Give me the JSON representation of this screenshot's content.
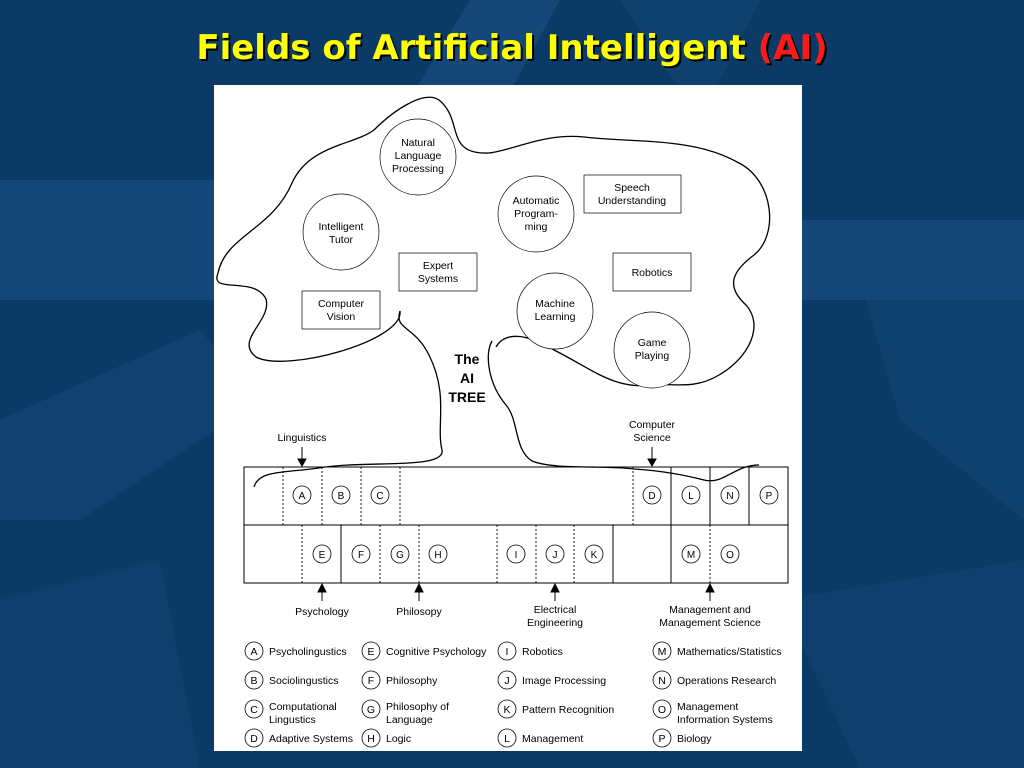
{
  "title": {
    "main": "Fields of Artificial Intelligent",
    "ai": "(AI)"
  },
  "tree": {
    "label": [
      "The",
      "AI",
      "TREE"
    ],
    "fields": [
      {
        "lines": [
          "Natural",
          "Language",
          "Processing"
        ]
      },
      {
        "lines": [
          "Automatic",
          "Program-",
          "ming"
        ]
      },
      {
        "lines": [
          "Speech",
          "Understanding"
        ]
      },
      {
        "lines": [
          "Intelligent",
          "Tutor"
        ]
      },
      {
        "lines": [
          "Expert",
          "Systems"
        ]
      },
      {
        "lines": [
          "Robotics"
        ]
      },
      {
        "lines": [
          "Computer",
          "Vision"
        ]
      },
      {
        "lines": [
          "Machine",
          "Learning"
        ]
      },
      {
        "lines": [
          "Game",
          "Playing"
        ]
      }
    ]
  },
  "roots": {
    "top_labels": [
      {
        "lines": [
          "Linguistics"
        ]
      },
      {
        "lines": [
          "Computer",
          "Science"
        ]
      }
    ],
    "bottom_labels": [
      {
        "lines": [
          "Psychology"
        ]
      },
      {
        "lines": [
          "Philosopy"
        ]
      },
      {
        "lines": [
          "Electrical",
          "Engineering"
        ]
      },
      {
        "lines": [
          "Management and",
          "Management Science"
        ]
      }
    ],
    "top_row": [
      "A",
      "B",
      "C",
      "D",
      "L",
      "N",
      "P"
    ],
    "bottom_row": [
      "E",
      "F",
      "G",
      "H",
      "I",
      "J",
      "K",
      "M",
      "O"
    ]
  },
  "legend": [
    {
      "letter": "A",
      "lines": [
        "Psycholingustics"
      ]
    },
    {
      "letter": "B",
      "lines": [
        "Sociolingustics"
      ]
    },
    {
      "letter": "C",
      "lines": [
        "Computational",
        "Lingustics"
      ]
    },
    {
      "letter": "D",
      "lines": [
        "Adaptive Systems"
      ]
    },
    {
      "letter": "E",
      "lines": [
        "Cognitive Psychology"
      ]
    },
    {
      "letter": "F",
      "lines": [
        "Philosophy"
      ]
    },
    {
      "letter": "G",
      "lines": [
        "Philosophy of",
        "Language"
      ]
    },
    {
      "letter": "H",
      "lines": [
        "Logic"
      ]
    },
    {
      "letter": "I",
      "lines": [
        "Robotics"
      ]
    },
    {
      "letter": "J",
      "lines": [
        "Image Processing"
      ]
    },
    {
      "letter": "K",
      "lines": [
        "Pattern Recognition"
      ]
    },
    {
      "letter": "L",
      "lines": [
        "Management"
      ]
    },
    {
      "letter": "M",
      "lines": [
        "Mathematics/Statistics"
      ]
    },
    {
      "letter": "N",
      "lines": [
        "Operations Research"
      ]
    },
    {
      "letter": "O",
      "lines": [
        "Management",
        "Information Systems"
      ]
    },
    {
      "letter": "P",
      "lines": [
        "Biology"
      ]
    }
  ]
}
